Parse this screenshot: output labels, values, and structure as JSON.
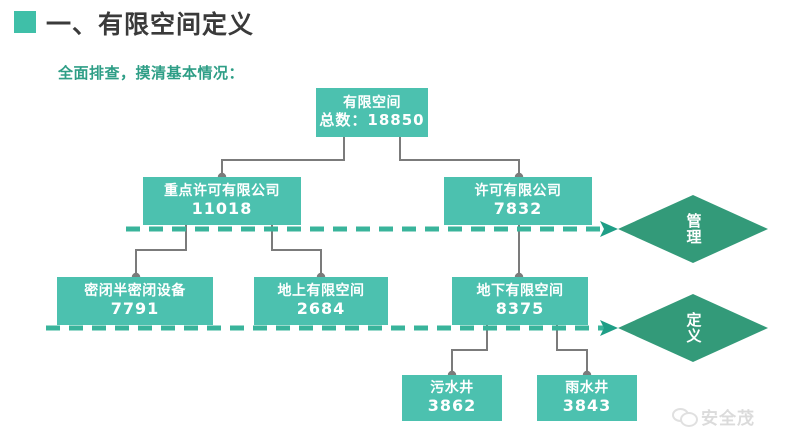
{
  "header": {
    "bullet": "square-bullet",
    "title": "一、有限空间定义"
  },
  "subtitle": "全面排查，摸清基本情况：",
  "colors": {
    "box_teal": "#4cc1af",
    "diamond_green": "#339a79",
    "title_gray": "#3a3a3a",
    "subtitle_green": "#2e9e86",
    "connector_gray": "#7b7b7b"
  },
  "diagram": {
    "nodes": [
      {
        "id": "root",
        "label": "有限空间",
        "value": "总数：18850"
      },
      {
        "id": "key-company",
        "label": "重点许可有限公司",
        "value": "11018"
      },
      {
        "id": "company",
        "label": "许可有限公司",
        "value": "7832"
      },
      {
        "id": "sealed",
        "label": "密闭半密闭设备",
        "value": "7791"
      },
      {
        "id": "above",
        "label": "地上有限空间",
        "value": "2684"
      },
      {
        "id": "below",
        "label": "地下有限空间",
        "value": "8375"
      },
      {
        "id": "sewage",
        "label": "污水井",
        "value": "3862"
      },
      {
        "id": "rain",
        "label": "雨水井",
        "value": "3843"
      }
    ],
    "diamonds": [
      {
        "id": "manage",
        "label": "管理"
      },
      {
        "id": "define",
        "label": "定义"
      }
    ]
  },
  "watermark": {
    "text": "安全茂",
    "icon": "wechat-icon"
  }
}
